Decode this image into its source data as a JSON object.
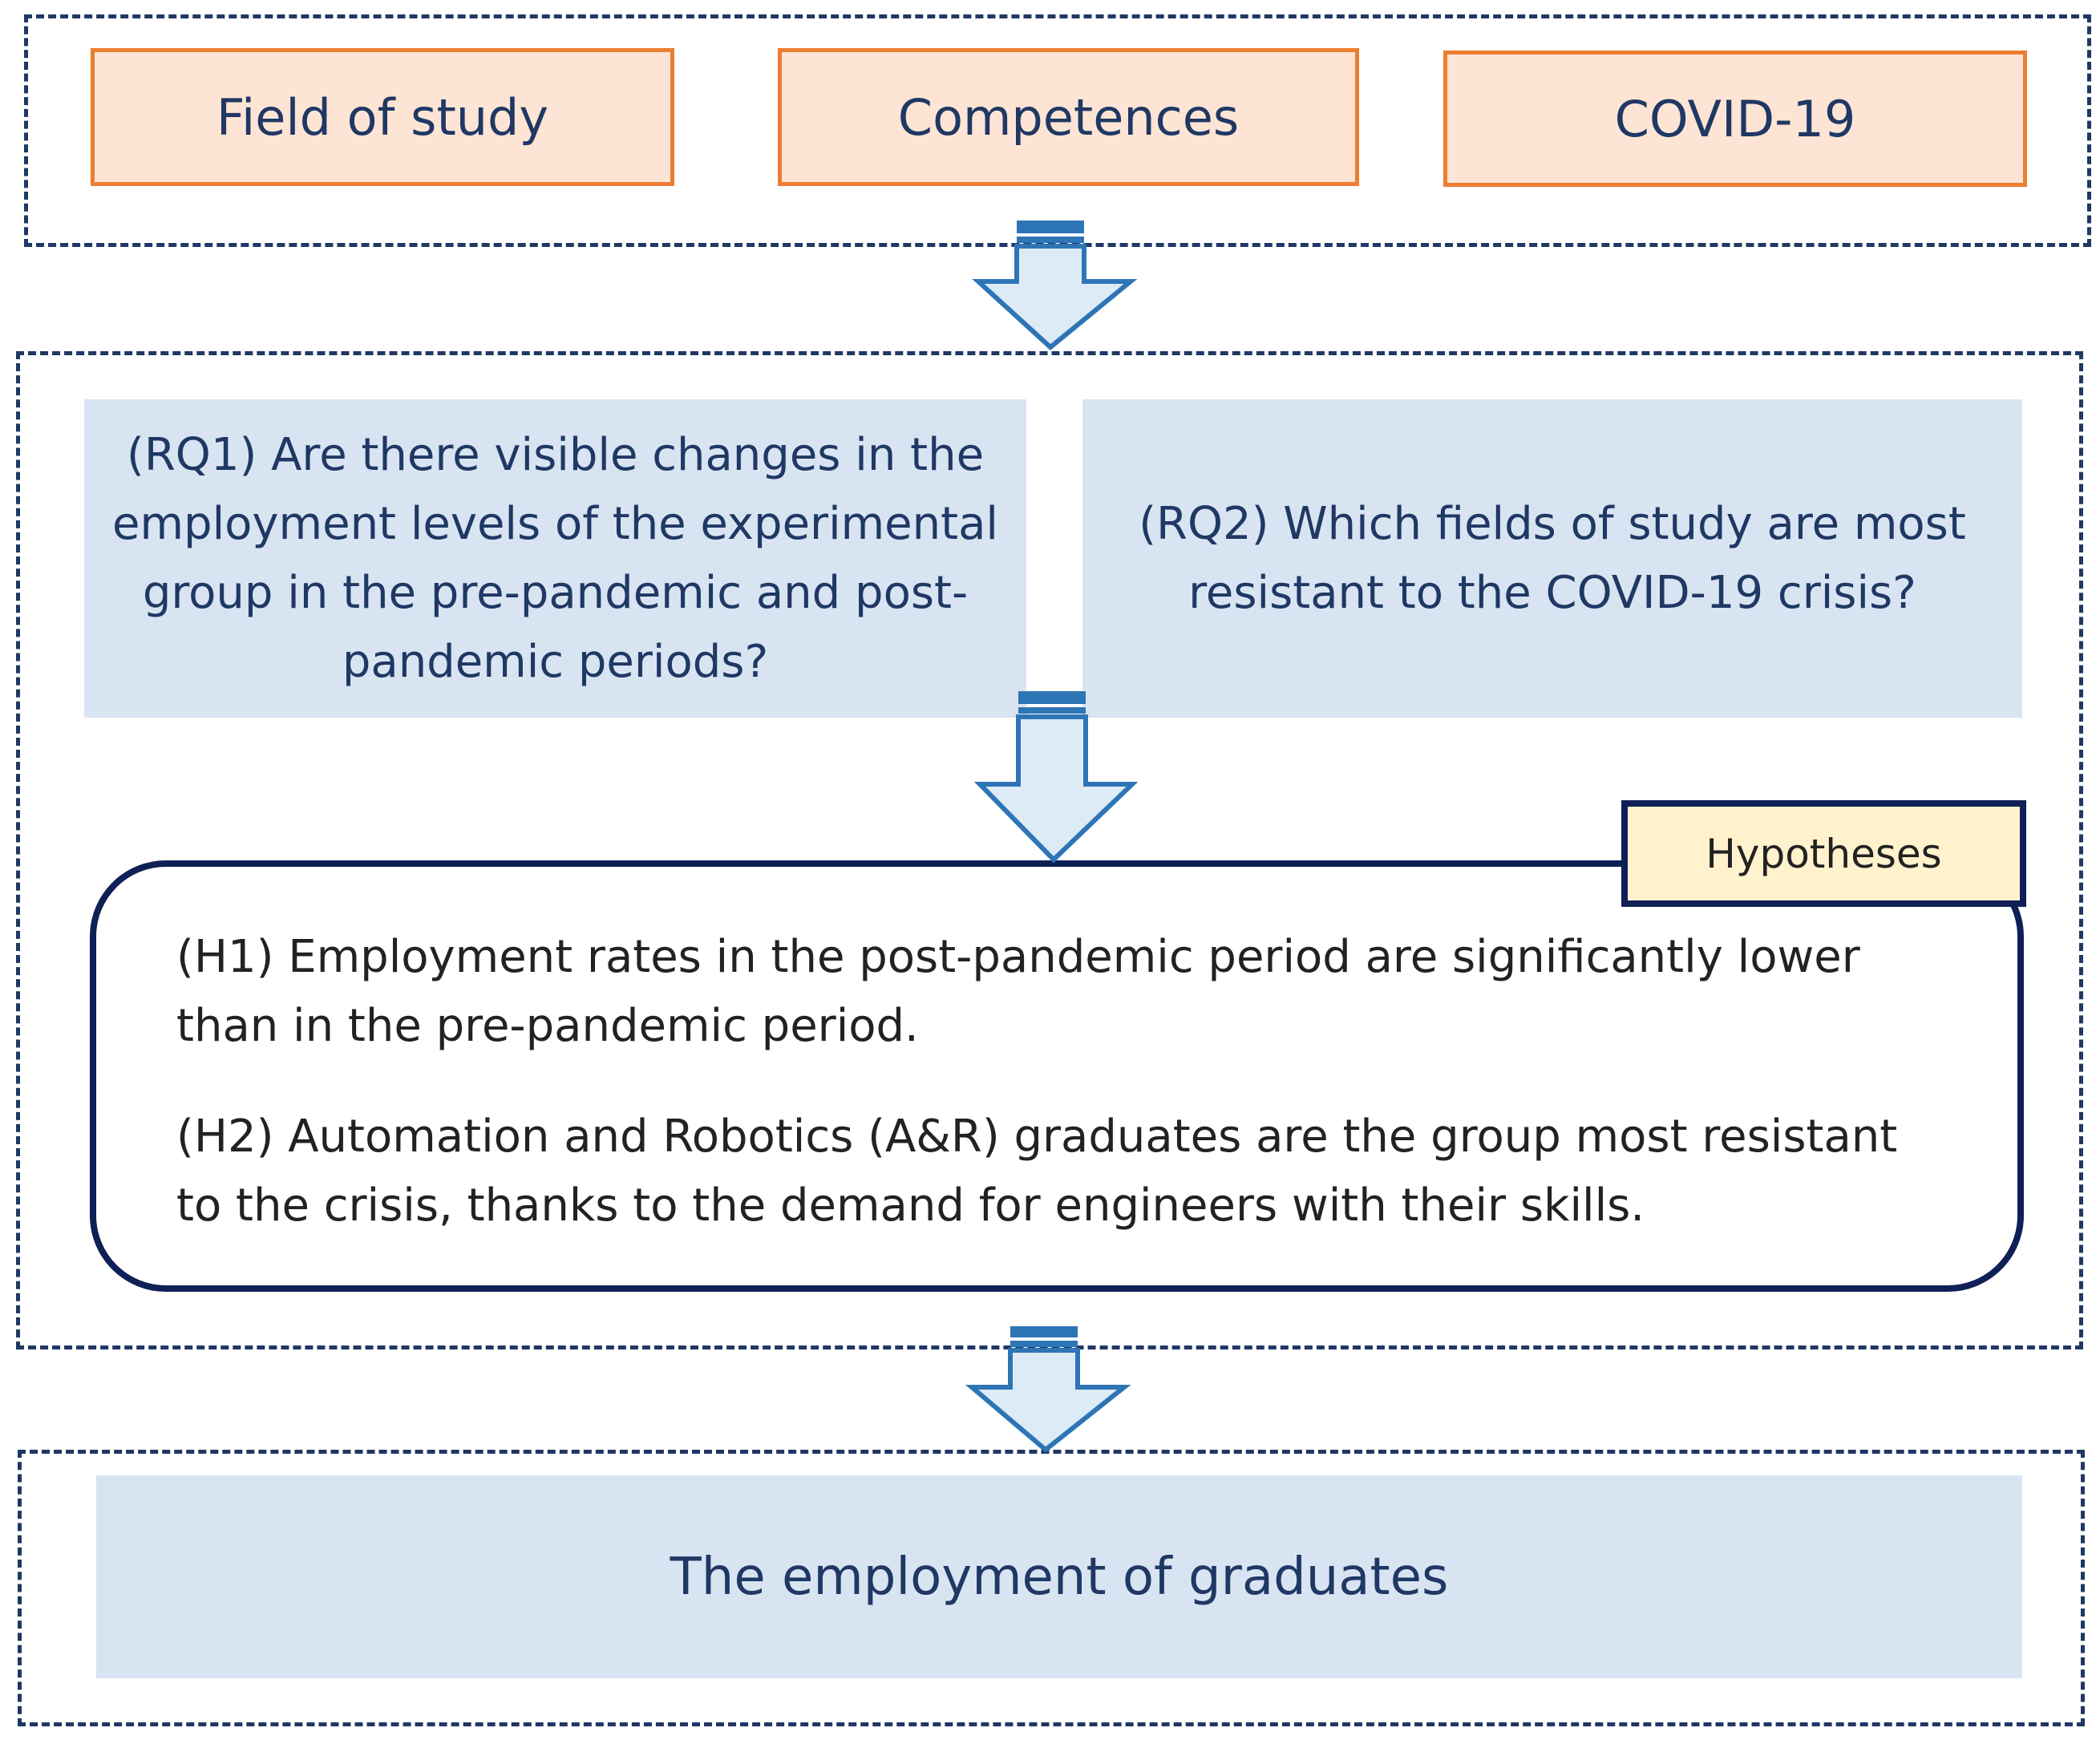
{
  "factors": [
    {
      "label": "Field of study"
    },
    {
      "label": "Competences"
    },
    {
      "label": "COVID-19"
    }
  ],
  "research_questions": [
    {
      "text": "(RQ1) Are there visible changes in the employment levels of the experimental group in the pre-pandemic and post-pandemic periods?"
    },
    {
      "text": "(RQ2) Which fields of study are most resistant to the COVID-19 crisis?"
    }
  ],
  "hypotheses": {
    "label": "Hypotheses",
    "items": [
      {
        "text": "(H1) Employment rates in the post-pandemic period are significantly lower than in the pre-pandemic period."
      },
      {
        "text": "(H2) Automation and Robotics (A&R) graduates are the group most resistant to the crisis, thanks to the demand for engineers with their skills."
      }
    ]
  },
  "outcome": {
    "label": "The employment of graduates"
  },
  "colors": {
    "dashed_border": "#1f3864",
    "factor_fill": "#fde4d4",
    "factor_border": "#ed7d31",
    "rq_fill": "#d9e4f2",
    "hyp_border": "#0f2057",
    "hyp_label_fill": "#fff2cc",
    "arrow_fill": "#ddebf7",
    "arrow_stroke": "#2e75b6"
  }
}
